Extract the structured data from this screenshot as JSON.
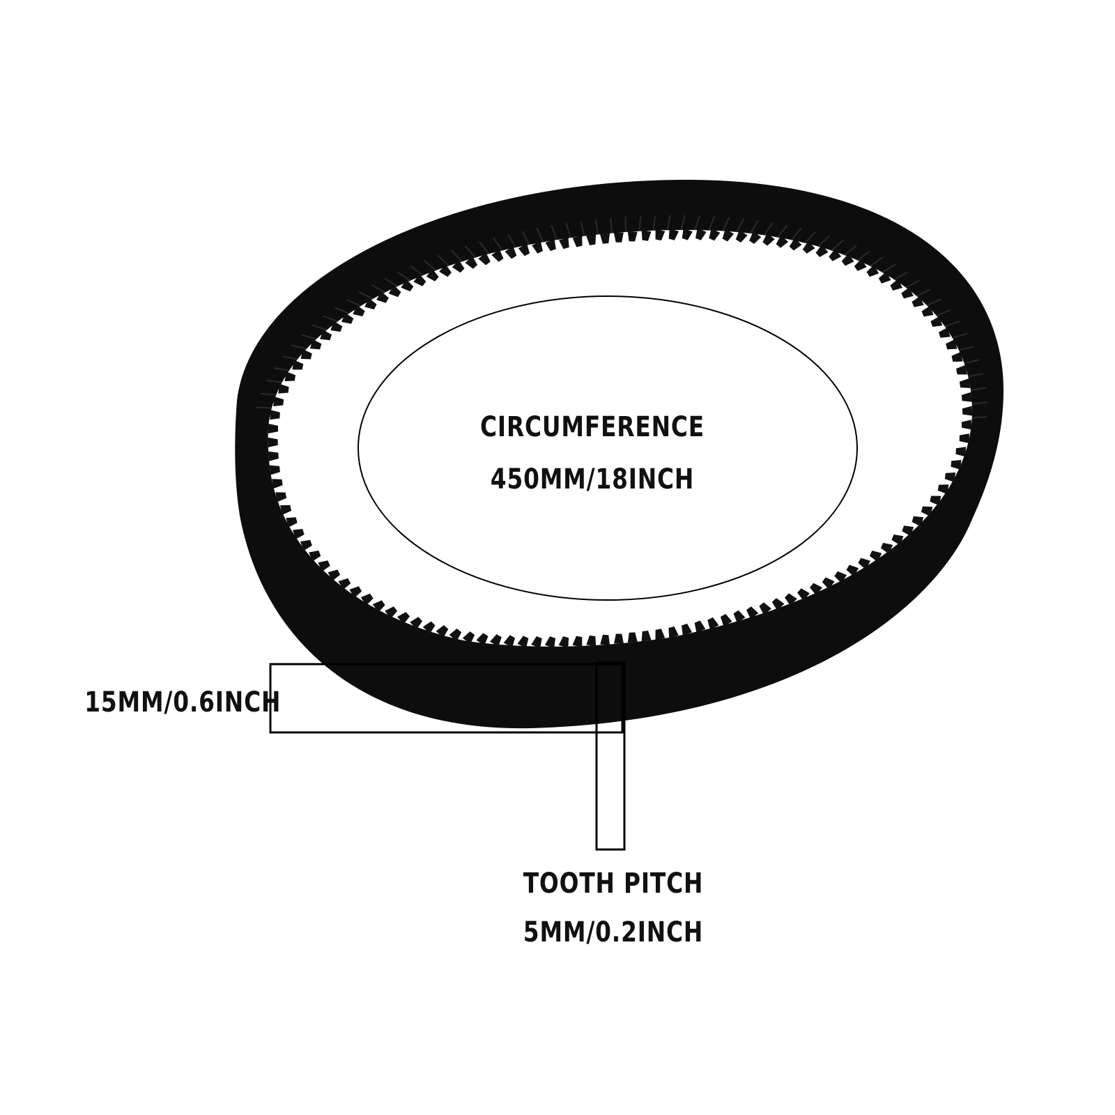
{
  "labels": {
    "circumference_title": "CIRCUMFERENCE",
    "circumference_value": "450MM/18INCH",
    "width_value": "15MM/0.6INCH",
    "tooth_pitch_title": "TOOTH PITCH",
    "tooth_pitch_value": "5MM/0.2INCH"
  },
  "colors": {
    "belt": "#111111",
    "belt_edge": "#2a2a2a",
    "callout_line": "#000000",
    "background": "#ffffff"
  },
  "icons": {
    "belt": "timing-belt-illustration"
  }
}
